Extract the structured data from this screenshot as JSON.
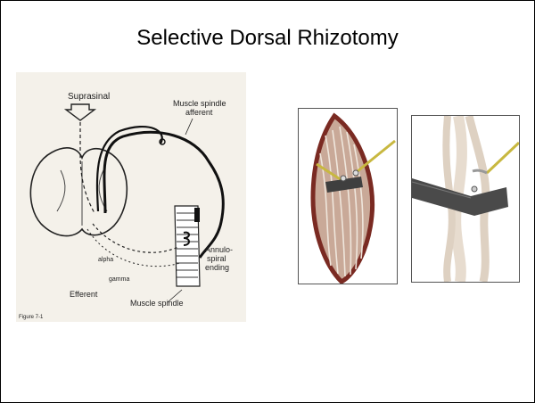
{
  "slide": {
    "title": "Selective Dorsal Rhizotomy"
  },
  "figure_left": {
    "labels": {
      "suprasinal": "Suprasinal",
      "muscle_spindle_afferent_1": "Muscle spindle",
      "muscle_spindle_afferent_2": "afferent",
      "annulo_1": "Annulo-",
      "annulo_2": "spiral",
      "annulo_3": "ending",
      "alpha": "alpha",
      "gamma": "gamma",
      "efferent": "Efferent",
      "muscle_spindle": "Muscle spindle",
      "figure_number": "Figure 7-1"
    }
  },
  "colors": {
    "paper": "#f4f1ea",
    "tissue": "#c9a998",
    "tissue_edge": "#7a2a22",
    "nerve": "#e7dccf",
    "instrument": "#4a4a4a",
    "probe": "#c8b840"
  }
}
